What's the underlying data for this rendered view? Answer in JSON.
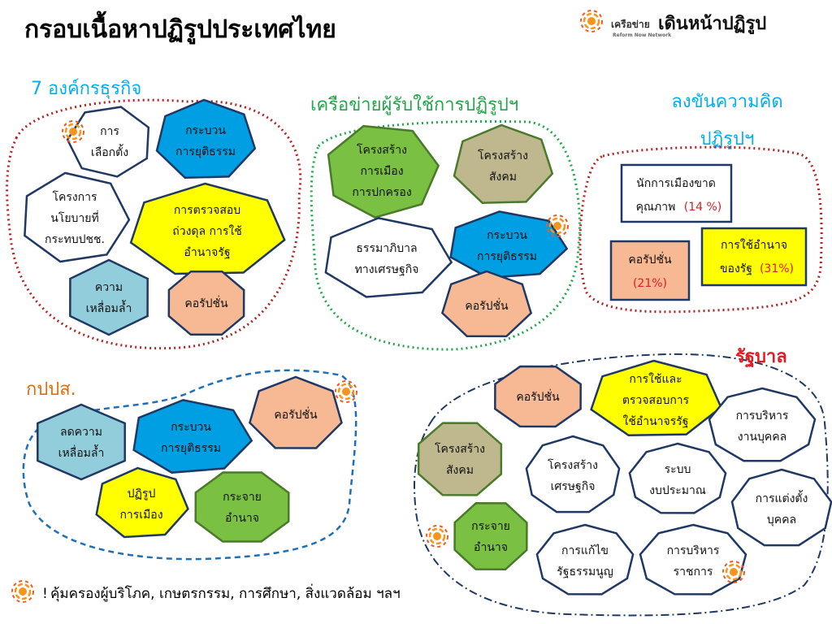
{
  "title": "กรอบเนื้อหาปฏิรูปประเทศไทย",
  "logo": {
    "prefix": "เครือข่าย",
    "main": "เดินหน้าปฏิรูป",
    "tagline": "Reform Now Network"
  },
  "footer": "คุ้มครองผู้บริโภค, เกษตรกรรม, การศึกษา, สิ่งแวดล้อม ฯลฯ",
  "colors": {
    "blue": "#009fe3",
    "yellow": "#ffff00",
    "peach": "#f6b993",
    "green": "#7ac043",
    "khaki": "#bfb88f",
    "lightblue": "#92cddc",
    "white": "#ffffff",
    "navy_stroke": "#1f3864",
    "green_stroke": "#4a7a2a",
    "red_dotted": "#b22222",
    "green_dotted": "#21a74a",
    "blue_dashed": "#1f6fb7",
    "navy_dashdot": "#1f3864",
    "title_cyan": "#00b0f0",
    "title_green": "#21a74a",
    "title_orange": "#e46c0a",
    "title_red": "#e11b22"
  },
  "groups": {
    "org7": {
      "title": "7 องค์กรธุรกิจ",
      "items": [
        {
          "label": [
            "การ",
            "เลือกตั้ง"
          ],
          "fill": "white",
          "icon": true
        },
        {
          "label": [
            "กระบวน",
            "การยุติธรรม"
          ],
          "fill": "blue"
        },
        {
          "label": [
            "โครงการ",
            "นโยบายที่",
            "กระทบปชช."
          ],
          "fill": "white"
        },
        {
          "label": [
            "การตรวจสอบ",
            "ถ่วงดุล การใช้",
            "อำนาจรัฐ"
          ],
          "fill": "yellow"
        },
        {
          "label": [
            "ความ",
            "เหลื่อมล้ำ"
          ],
          "fill": "lightblue"
        },
        {
          "label": [
            "คอรัปชั่น"
          ],
          "fill": "peach"
        }
      ]
    },
    "network": {
      "title": "เครือข่ายผู้รับใช้การปฏิรูปฯ",
      "items": [
        {
          "label": [
            "โครงสร้าง",
            "การเมือง",
            "การปกครอง"
          ],
          "fill": "green"
        },
        {
          "label": [
            "โครงสร้าง",
            "สังคม"
          ],
          "fill": "khaki"
        },
        {
          "label": [
            "ธรรมาภิบาล",
            "ทางเศรษฐกิจ"
          ],
          "fill": "white"
        },
        {
          "label": [
            "กระบวน",
            "การยุติธรรม"
          ],
          "fill": "blue",
          "icon": true
        },
        {
          "label": [
            "คอรัปชั่น"
          ],
          "fill": "peach"
        }
      ]
    },
    "compete": {
      "title_lines": [
        "ลงขันความคิด",
        "ปฏิรูปฯ"
      ],
      "boxes": [
        {
          "label": "นักการเมืองขาด",
          "label2": "คุณภาพ",
          "pct": "(14 %)",
          "fill": "white"
        },
        {
          "label": "คอรัปชั่น",
          "pct": "(21%)",
          "fill": "peach"
        },
        {
          "label": "การใช้อำนาจ",
          "label2": "ของรัฐ",
          "pct": "(31%)",
          "fill": "yellow"
        }
      ]
    },
    "kpps": {
      "title": "กปปส.",
      "items": [
        {
          "label": [
            "ลดความ",
            "เหลื่อมล้ำ"
          ],
          "fill": "lightblue"
        },
        {
          "label": [
            "กระบวน",
            "การยุติธรรม"
          ],
          "fill": "blue"
        },
        {
          "label": [
            "คอรัปชั่น"
          ],
          "fill": "peach",
          "icon": true
        },
        {
          "label": [
            "ปฏิรูป",
            "การเมือง"
          ],
          "fill": "yellow"
        },
        {
          "label": [
            "กระจาย",
            "อำนาจ"
          ],
          "fill": "green"
        }
      ]
    },
    "govt": {
      "title": "รัฐบาล",
      "items": [
        {
          "label": [
            "คอรัปชั่น"
          ],
          "fill": "peach"
        },
        {
          "label": [
            "การใช้และ",
            "ตรวจสอบการ",
            "ใช้อำนาจรรัฐ"
          ],
          "fill": "yellow"
        },
        {
          "label": [
            "การบริหาร",
            "งานบุคคล"
          ],
          "fill": "white"
        },
        {
          "label": [
            "โครงสร้าง",
            "สังคม"
          ],
          "fill": "khaki"
        },
        {
          "label": [
            "โครงสร้าง",
            "เศรษฐกิจ"
          ],
          "fill": "white"
        },
        {
          "label": [
            "ระบบ",
            "งบประมาณ"
          ],
          "fill": "white"
        },
        {
          "label": [
            "การแต่งตั้ง",
            "บุคคล"
          ],
          "fill": "white"
        },
        {
          "label": [
            "กระจาย",
            "อำนาจ"
          ],
          "fill": "green",
          "icon": true
        },
        {
          "label": [
            "การแก้ไข",
            "รัฐธรรมนูญ"
          ],
          "fill": "white"
        },
        {
          "label": [
            "การบริหาร",
            "ราชการ"
          ],
          "fill": "white",
          "icon": true
        }
      ]
    }
  }
}
